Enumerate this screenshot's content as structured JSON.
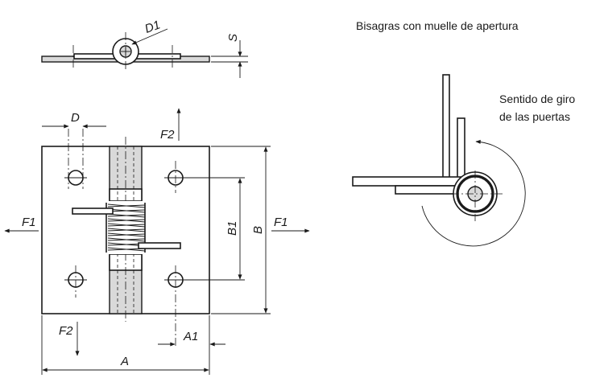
{
  "title": "Bisagras con muelle de apertura",
  "rotation_note": [
    "Sentido de giro",
    "de las puertas"
  ],
  "dimensions": {
    "A": "A",
    "A1": "A1",
    "B": "B",
    "B1": "B1",
    "D": "D",
    "D1": "D1",
    "S": "S",
    "F1_left": "F1",
    "F1_right": "F1",
    "F2_top": "F2",
    "F2_bottom": "F2"
  }
}
